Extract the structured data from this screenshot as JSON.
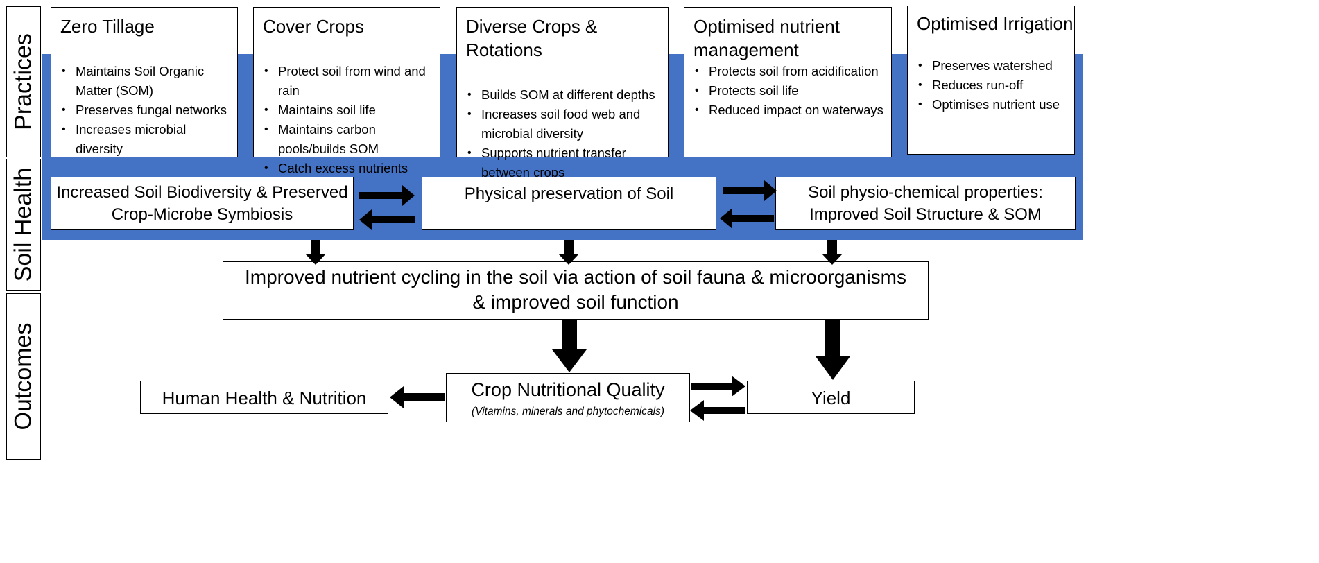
{
  "labels": {
    "practices": "Practices",
    "soil_health": "Soil Health",
    "outcomes": "Outcomes"
  },
  "practices": [
    {
      "title": "Zero Tillage",
      "bullets": [
        "Maintains Soil Organic",
        "Matter (SOM)",
        "Preserves fungal networks",
        "Increases microbial",
        "diversity"
      ]
    },
    {
      "title": "Cover Crops",
      "bullets": [
        "Protect soil from wind and",
        "rain",
        "Maintains soil life",
        "Maintains carbon",
        "pools/builds SOM",
        "Catch excess nutrients"
      ]
    },
    {
      "title": "Diverse Crops & Rotations",
      "bullets": [
        "Builds SOM at different depths",
        "Increases soil food web and",
        "microbial diversity",
        "Supports nutrient transfer",
        "between crops"
      ]
    },
    {
      "title_line1": "Optimised nutrient",
      "title_line2": "management",
      "bullets": [
        "Protects soil from acidification",
        "Protects soil life",
        "Reduced impact on waterways"
      ]
    },
    {
      "title": "Optimised Irrigation",
      "bullets": [
        "Preserves watershed",
        "Reduces run-off",
        "Optimises nutrient use"
      ]
    }
  ],
  "soil_health": {
    "biodiversity_line1": "Increased Soil Biodiversity & Preserved",
    "biodiversity_line2": "Crop-Microbe Symbiosis",
    "physical": "Physical preservation of Soil",
    "physio_line1": "Soil physio-chemical properties:",
    "physio_line2": "Improved Soil Structure & SOM"
  },
  "outcomes": {
    "nutrient_line1": "Improved nutrient cycling in the soil via action of soil fauna & microorganisms",
    "nutrient_line2": "& improved soil function",
    "crop_quality": "Crop Nutritional Quality",
    "crop_quality_sub": "(Vitamins, minerals and phytochemicals)",
    "human_health": "Human Health & Nutrition",
    "yield": "Yield"
  },
  "colors": {
    "band": "#4472c4",
    "arrow": "#000000",
    "border": "#000000"
  }
}
